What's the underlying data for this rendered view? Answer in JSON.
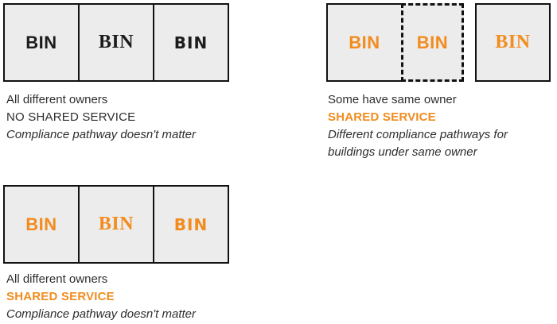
{
  "colors": {
    "orange": "#F28C1E",
    "box_fill": "#ECECEC",
    "box_border": "#111111",
    "text": "#2E2E2E"
  },
  "groups": [
    {
      "id": "all-different-owners-no-shared-service",
      "boxes": [
        {
          "label": "BIN",
          "text_color": "black",
          "pathway_font": "sans",
          "border": "solid"
        },
        {
          "label": "BIN",
          "text_color": "black",
          "pathway_font": "serif",
          "border": "solid"
        },
        {
          "label": "BIN",
          "text_color": "black",
          "pathway_font": "rounded",
          "border": "solid"
        }
      ],
      "caption": {
        "line1": "All different owners",
        "line2": "NO SHARED SERVICE",
        "line3": "Compliance pathway doesn't matter"
      }
    },
    {
      "id": "some-have-same-owner-shared-service",
      "boxes": [
        {
          "label": "BIN",
          "text_color": "orange",
          "pathway_font": "sans",
          "border": "solid"
        },
        {
          "label": "BIN",
          "text_color": "orange",
          "pathway_font": "sans",
          "border": "dashed"
        },
        {
          "label": "BIN",
          "text_color": "orange",
          "pathway_font": "serif",
          "border": "solid"
        }
      ],
      "caption": {
        "line1": "Some have same owner",
        "line2": "SHARED SERVICE",
        "line3": "Different compliance pathways for buildings under same owner"
      }
    },
    {
      "id": "all-different-owners-shared-service",
      "boxes": [
        {
          "label": "BIN",
          "text_color": "orange",
          "pathway_font": "sans",
          "border": "solid"
        },
        {
          "label": "BIN",
          "text_color": "orange",
          "pathway_font": "serif",
          "border": "solid"
        },
        {
          "label": "BIN",
          "text_color": "orange",
          "pathway_font": "rounded",
          "border": "solid"
        }
      ],
      "caption": {
        "line1": "All different owners",
        "line2": "SHARED SERVICE",
        "line3": "Compliance pathway doesn't matter"
      }
    }
  ]
}
